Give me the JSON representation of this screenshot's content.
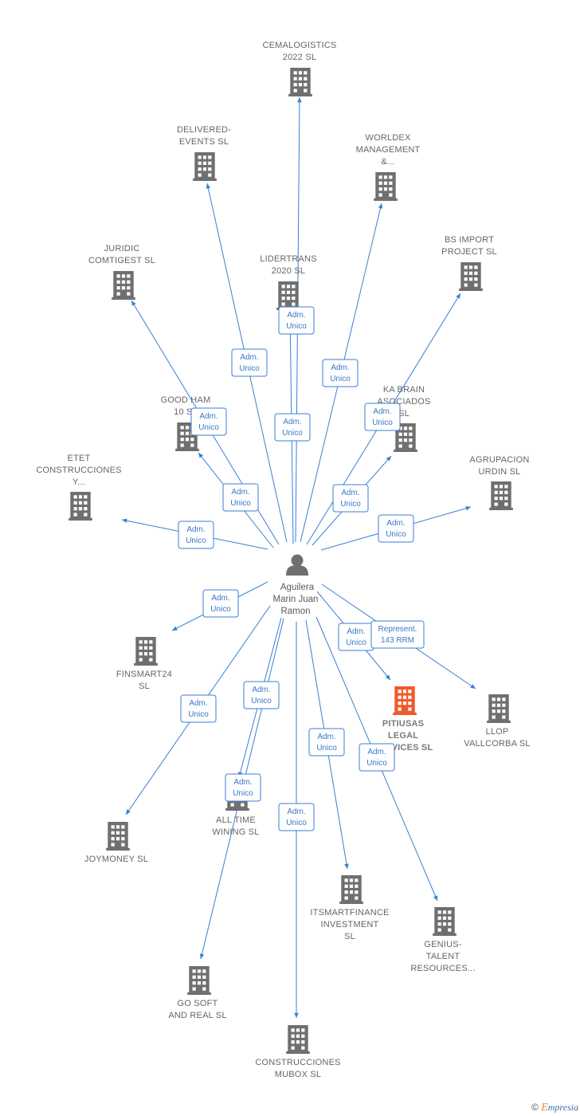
{
  "colors": {
    "edge": "#3a7fd5",
    "node": "#6f6f6f",
    "focus": "#f05a2a",
    "label": "#666666",
    "box_border": "#3a7fd5"
  },
  "center": {
    "label_lines": [
      "Aguilera",
      "Marin Juan",
      "Ramon"
    ],
    "icon": "person-icon"
  },
  "nodes": [
    {
      "id": "cemalogistics",
      "lines": [
        "CEMALOGISTICS",
        "2022  SL"
      ]
    },
    {
      "id": "delivered",
      "lines": [
        "DELIVERED-",
        "EVENTS  SL"
      ]
    },
    {
      "id": "worldex",
      "lines": [
        "WORLDEX",
        "MANAGEMENT",
        "&..."
      ]
    },
    {
      "id": "juridic",
      "lines": [
        "JURIDIC",
        "COMTIGEST SL"
      ]
    },
    {
      "id": "lidertrans",
      "lines": [
        "LIDERTRANS",
        "2020  SL"
      ]
    },
    {
      "id": "bsimport",
      "lines": [
        "BS IMPORT",
        "PROJECT SL"
      ]
    },
    {
      "id": "goodham",
      "lines": [
        "GOOD HAM",
        "10  SL"
      ]
    },
    {
      "id": "kabrain",
      "lines": [
        "KA BRAIN",
        "ASOCIADOS",
        "SL"
      ]
    },
    {
      "id": "etet",
      "lines": [
        "ETET",
        "CONSTRUCCIONES",
        "Y..."
      ]
    },
    {
      "id": "agrupacion",
      "lines": [
        "AGRUPACION",
        "URDIN SL"
      ]
    },
    {
      "id": "finsmart",
      "lines": [
        "FINSMART24",
        "SL"
      ]
    },
    {
      "id": "pitiusas",
      "lines": [
        "PITIUSAS",
        "LEGAL",
        "SERVICES  SL"
      ],
      "focus": true
    },
    {
      "id": "llop",
      "lines": [
        "LLOP",
        "VALLCORBA SL"
      ]
    },
    {
      "id": "alltime",
      "lines": [
        "ALL TIME",
        "WINING  SL"
      ]
    },
    {
      "id": "joymoney",
      "lines": [
        "JOYMONEY  SL"
      ]
    },
    {
      "id": "itsmart",
      "lines": [
        "ITSMARTFINANCE",
        "INVESTMENT",
        "SL"
      ]
    },
    {
      "id": "genius",
      "lines": [
        "GENIUS-",
        "TALENT",
        "RESOURCES..."
      ]
    },
    {
      "id": "gosoft",
      "lines": [
        "GO SOFT",
        "AND REAL  SL"
      ]
    },
    {
      "id": "mubox",
      "lines": [
        "CONSTRUCCIONES",
        "MUBOX SL"
      ]
    }
  ],
  "edges": [
    {
      "target": "cemalogistics",
      "lines": [
        "Adm.",
        "Unico"
      ]
    },
    {
      "target": "delivered",
      "lines": [
        "Adm.",
        "Unico"
      ]
    },
    {
      "target": "worldex",
      "lines": [
        "Adm.",
        "Unico"
      ]
    },
    {
      "target": "juridic",
      "lines": [
        "Adm.",
        "Unico"
      ]
    },
    {
      "target": "lidertrans",
      "lines": [
        "Adm.",
        "Unico"
      ]
    },
    {
      "target": "bsimport",
      "lines": [
        "Adm.",
        "Unico"
      ]
    },
    {
      "target": "goodham",
      "lines": [
        "Adm.",
        "Unico"
      ]
    },
    {
      "target": "kabrain",
      "lines": [
        "Adm.",
        "Unico"
      ]
    },
    {
      "target": "etet",
      "lines": [
        "Adm.",
        "Unico"
      ]
    },
    {
      "target": "agrupacion",
      "lines": [
        "Adm.",
        "Unico"
      ]
    },
    {
      "target": "finsmart",
      "lines": [
        "Adm.",
        "Unico"
      ]
    },
    {
      "target": "pitiusas",
      "lines": [
        "Adm.",
        "Unico"
      ]
    },
    {
      "target": "llop",
      "lines": [
        "Represent.",
        "143 RRM"
      ]
    },
    {
      "target": "alltime",
      "lines": [
        "Adm.",
        "Unico"
      ]
    },
    {
      "target": "joymoney",
      "lines": [
        "Adm.",
        "Unico"
      ]
    },
    {
      "target": "itsmart",
      "lines": [
        "Adm.",
        "Unico"
      ]
    },
    {
      "target": "genius",
      "lines": [
        "Adm.",
        "Unico"
      ]
    },
    {
      "target": "gosoft",
      "lines": [
        "Adm.",
        "Unico"
      ]
    },
    {
      "target": "mubox",
      "lines": [
        "Adm.",
        "Unico"
      ]
    }
  ],
  "footer": {
    "copyright": "©",
    "brand_initial": "E",
    "brand_rest": "mpresia"
  }
}
